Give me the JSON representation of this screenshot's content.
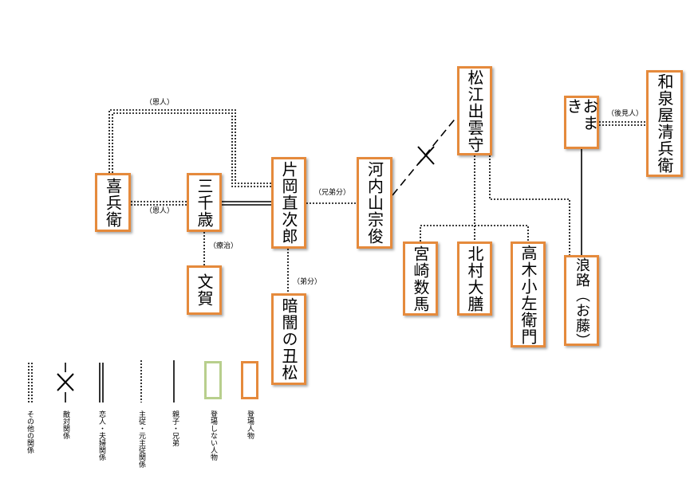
{
  "characters": [
    {
      "id": "kihee",
      "label": "喜兵衛"
    },
    {
      "id": "michitose",
      "label": "三千歳"
    },
    {
      "id": "naojiro",
      "label": "片岡直次郎"
    },
    {
      "id": "kochiyama",
      "label": "河内山宗俊"
    },
    {
      "id": "matsue",
      "label": "松江出雲守"
    },
    {
      "id": "omaki",
      "label": "おまき"
    },
    {
      "id": "izumiya",
      "label": "和泉屋清兵衛"
    },
    {
      "id": "bunga",
      "label": "文賀"
    },
    {
      "id": "ushimatsu",
      "label": "暗闇の丑松"
    },
    {
      "id": "miyazaki",
      "label": "宮崎数馬"
    },
    {
      "id": "kitamura",
      "label": "北村大膳"
    },
    {
      "id": "takagi",
      "label": "高木小左衛門"
    },
    {
      "id": "namiji",
      "label": "浪路（お藤）"
    }
  ],
  "relations": {
    "onjin_top": "（恩人）",
    "onjin_mid": "（恩人）",
    "kyodaibun": "（兄弟分）",
    "kokenin": "（後見人）",
    "ryoji": "（療治）",
    "otoutobun": "（弟分）"
  },
  "legend": [
    {
      "id": "other",
      "style": "double-dotted",
      "label": "その他の関係"
    },
    {
      "id": "enemy",
      "style": "dash-cross",
      "label": "敵対関係"
    },
    {
      "id": "lovers",
      "style": "double-solid",
      "label": "恋人・夫婦関係"
    },
    {
      "id": "master",
      "style": "dotted",
      "label": "主従・元主従関係"
    },
    {
      "id": "family",
      "style": "solid",
      "label": "親子・兄弟"
    },
    {
      "id": "absent",
      "style": "green-box",
      "label": "登場しない人物"
    },
    {
      "id": "present",
      "style": "orange-box",
      "label": "登場人物"
    }
  ],
  "colors": {
    "node_border": "#e58a3c",
    "absent_border": "#b8cf8d",
    "line": "#000000"
  }
}
